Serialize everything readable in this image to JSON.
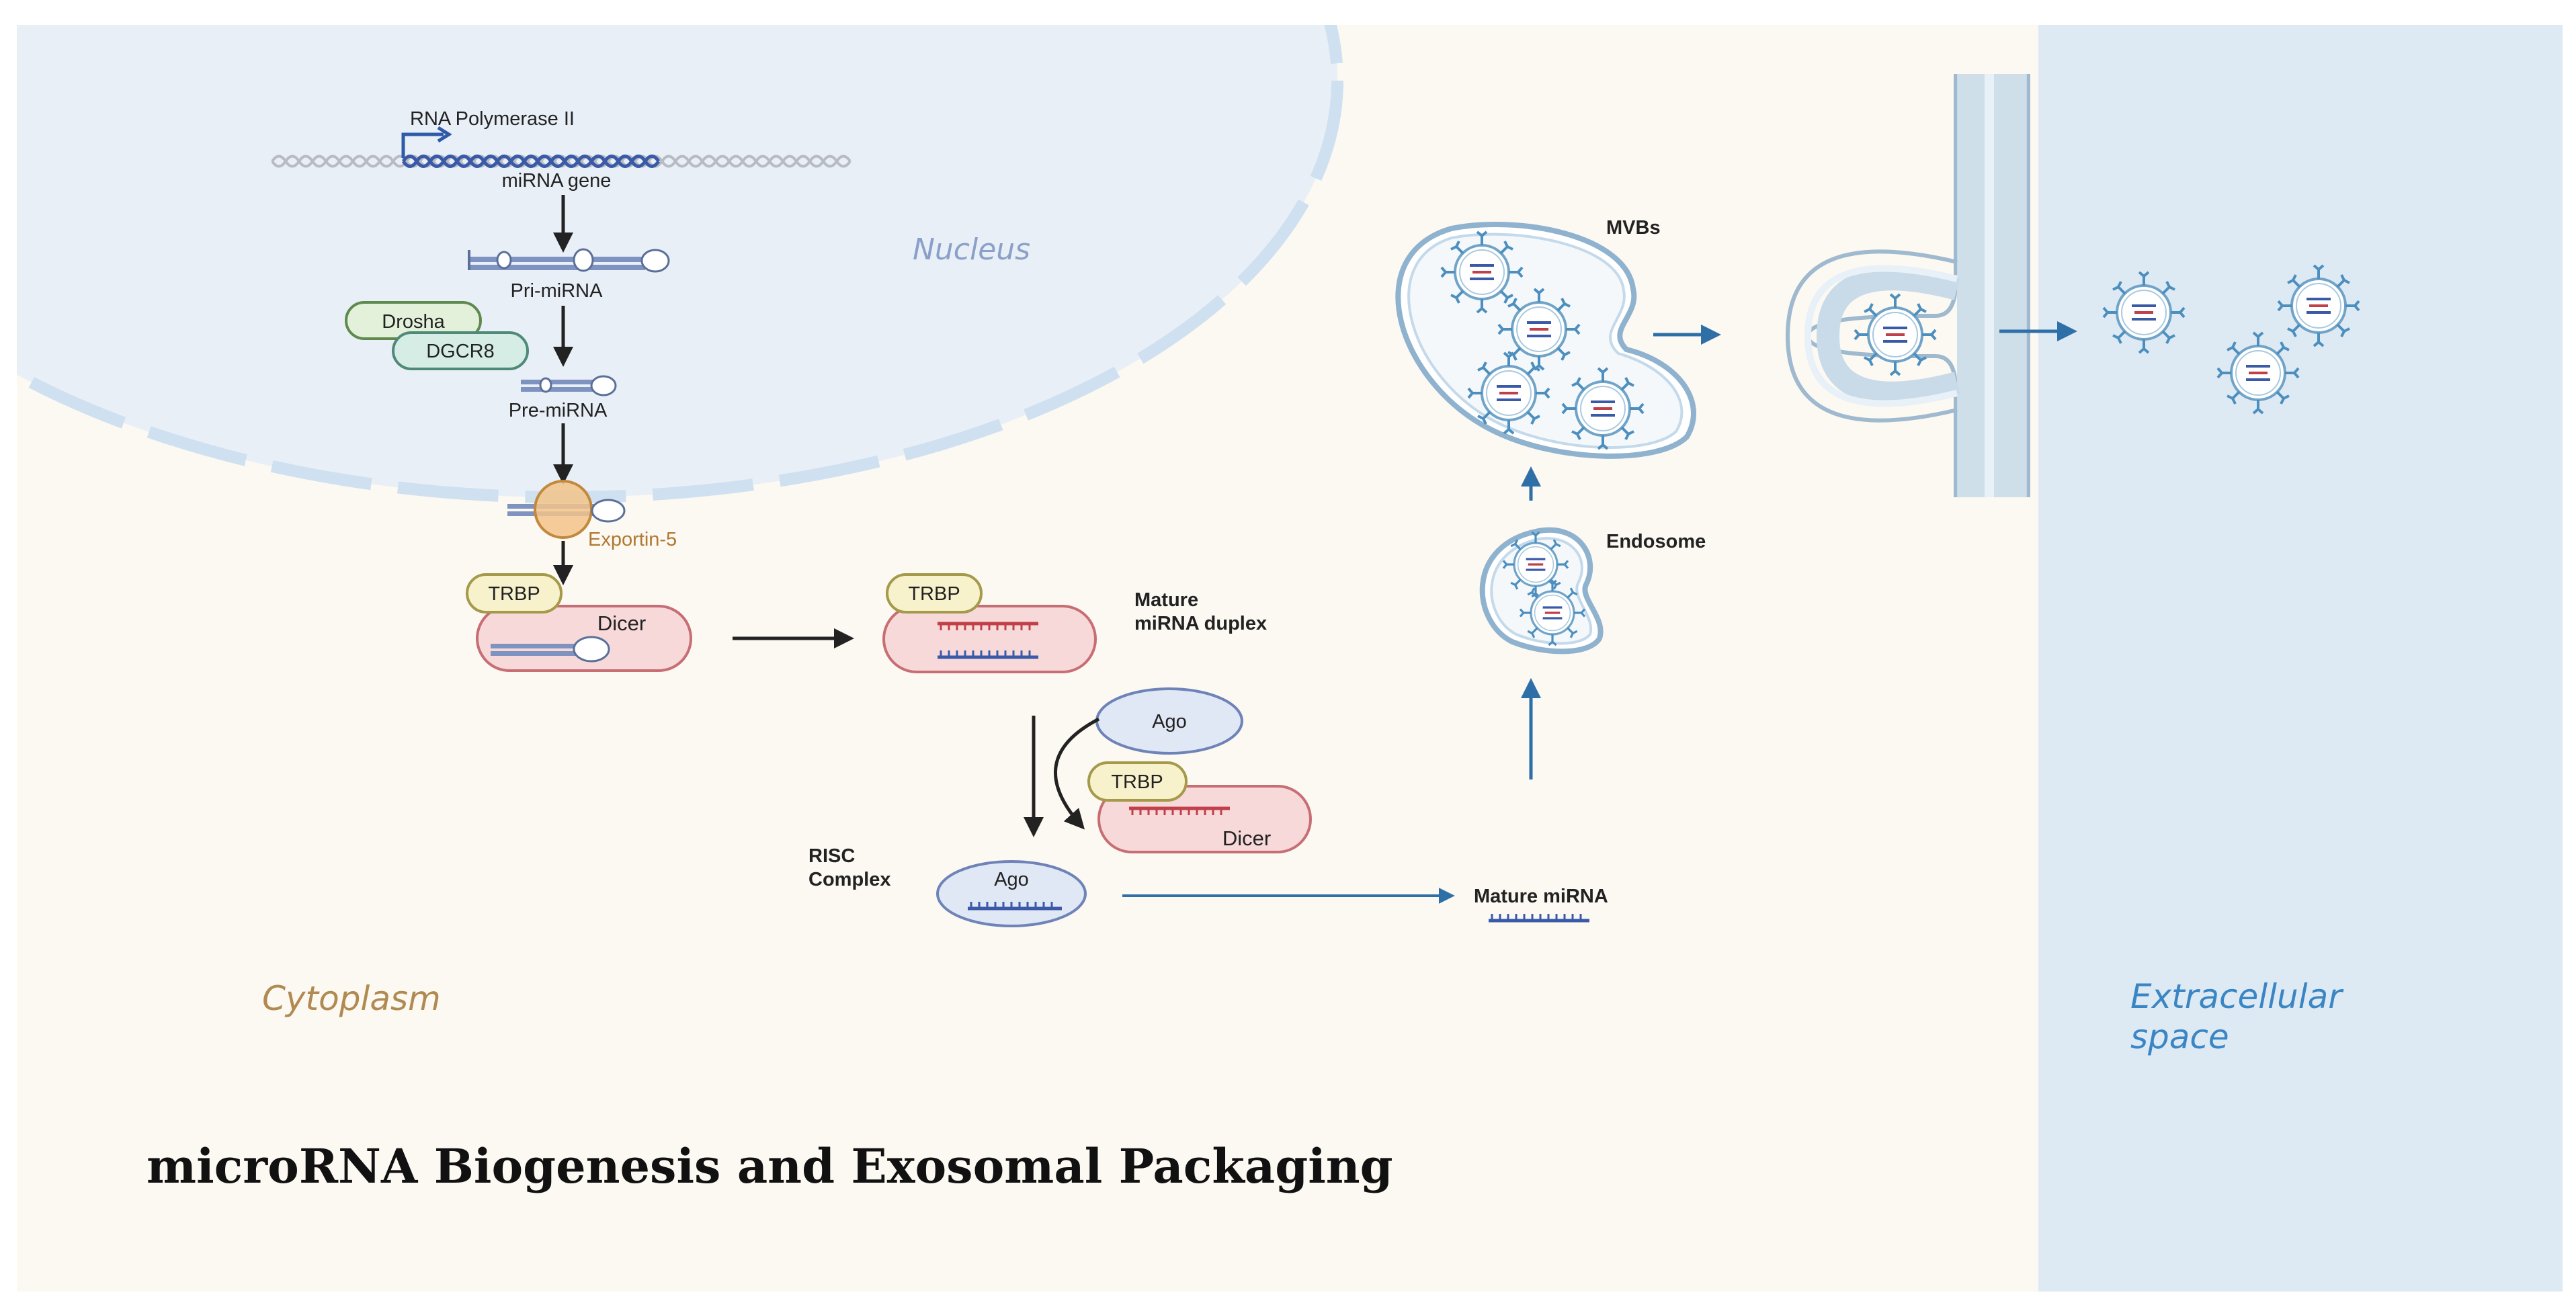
{
  "regions": {
    "nucleus": "Nucleus",
    "cytoplasm": "Cytoplasm",
    "extracellular_line1": "Extracellular",
    "extracellular_line2": "space"
  },
  "labels": {
    "rna_polymerase": "RNA Polymerase II",
    "mirna_gene": "miRNA gene",
    "pri_mirna": "Pri-miRNA",
    "drosha": "Drosha",
    "dgcr8": "DGCR8",
    "pre_mirna": "Pre-miRNA",
    "exportin": "Exportin-5",
    "trbp": "TRBP",
    "dicer": "Dicer",
    "mature_duplex_line1": "Mature",
    "mature_duplex_line2": "miRNA duplex",
    "ago": "Ago",
    "risc_line1": "RISC",
    "risc_line2": "Complex",
    "mature_mirna": "Mature miRNA",
    "endosome": "Endosome",
    "mvbs": "MVBs"
  },
  "title": "microRNA Biogenesis and Exosomal Packaging",
  "colors": {
    "cytoplasm_bg": "#fcf8f2",
    "nucleus_fill": "#e8eff7",
    "nucleus_membrane": "#cfe0f0",
    "extracellular_bg": "#ddeaf4",
    "dicer_fill": "#f8d9da",
    "dicer_stroke": "#c76e74",
    "trbp_fill": "#f7f1cc",
    "trbp_stroke": "#a59a4a",
    "drosha_fill": "#e3f0da",
    "drosha_stroke": "#5f8a4e",
    "dgcr8_fill": "#d6ede6",
    "dgcr8_stroke": "#4f8a78",
    "ago_fill": "#e0e7f5",
    "ago_stroke": "#6e83b8",
    "exportin_fill": "#f2c38a",
    "exportin_text": "#b07830",
    "cytoplasm_text": "#b08a50",
    "extracellular_text": "#3a86c4",
    "nucleus_text": "#8aa0c8",
    "vesicle_stroke": "#8fb2cf",
    "exosome_blue": "#4c8fbf",
    "arrow_dark": "#222222",
    "arrow_blue": "#2f6fa8",
    "rna_blue": "#3a5aa8",
    "rna_red": "#c0404a"
  }
}
